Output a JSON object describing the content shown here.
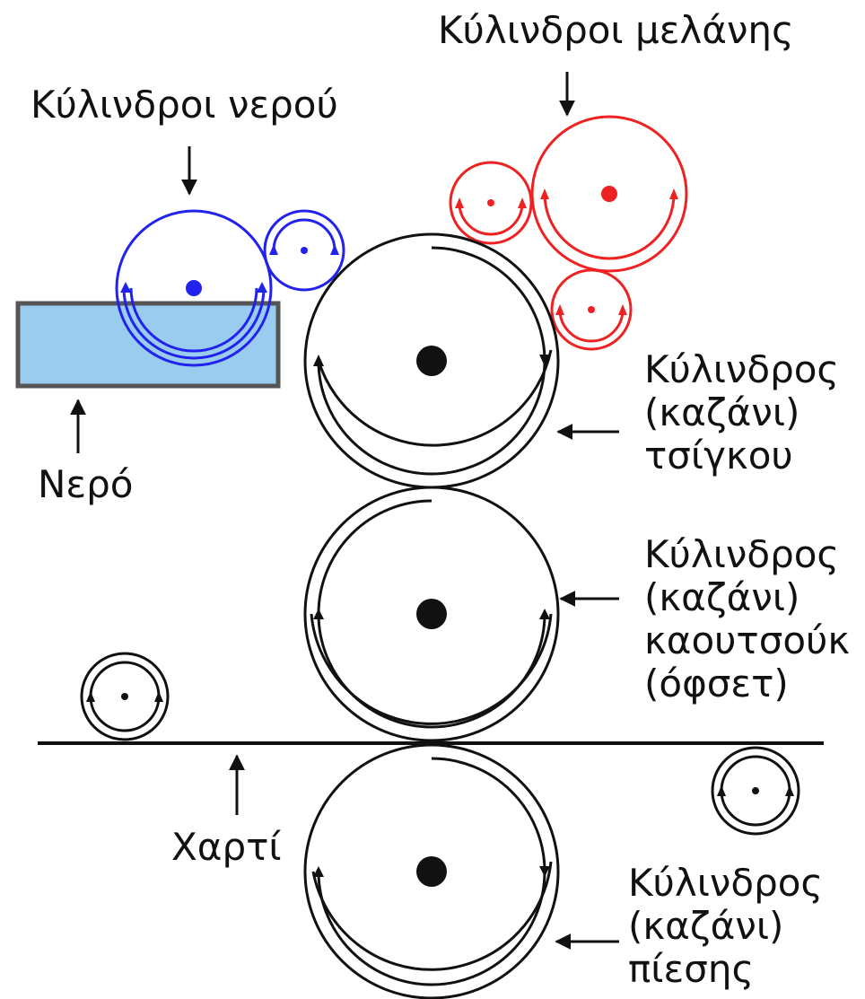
{
  "labels": {
    "ink_rollers": "Κύλινδροι μελάνης",
    "water_rollers": "Κύλινδροι νερού",
    "water": "Νερό",
    "paper": "Χαρτί",
    "plate_cylinder": [
      "Κύλινδρος",
      "(καζάνι)",
      "τσίγκου"
    ],
    "blanket_cylinder": [
      "Κύλινδρος",
      "(καζάνι)",
      "καουτσούκ",
      "(όφσετ)"
    ],
    "impression_cylinder": [
      "Κύλινδρος",
      "(καζάνι)",
      "πίεσης"
    ]
  },
  "colors": {
    "ink": "#ee2222",
    "water_roller": "#2222ee",
    "water_fill": "#99ccee",
    "water_border": "#555555",
    "machine": "#111111"
  }
}
